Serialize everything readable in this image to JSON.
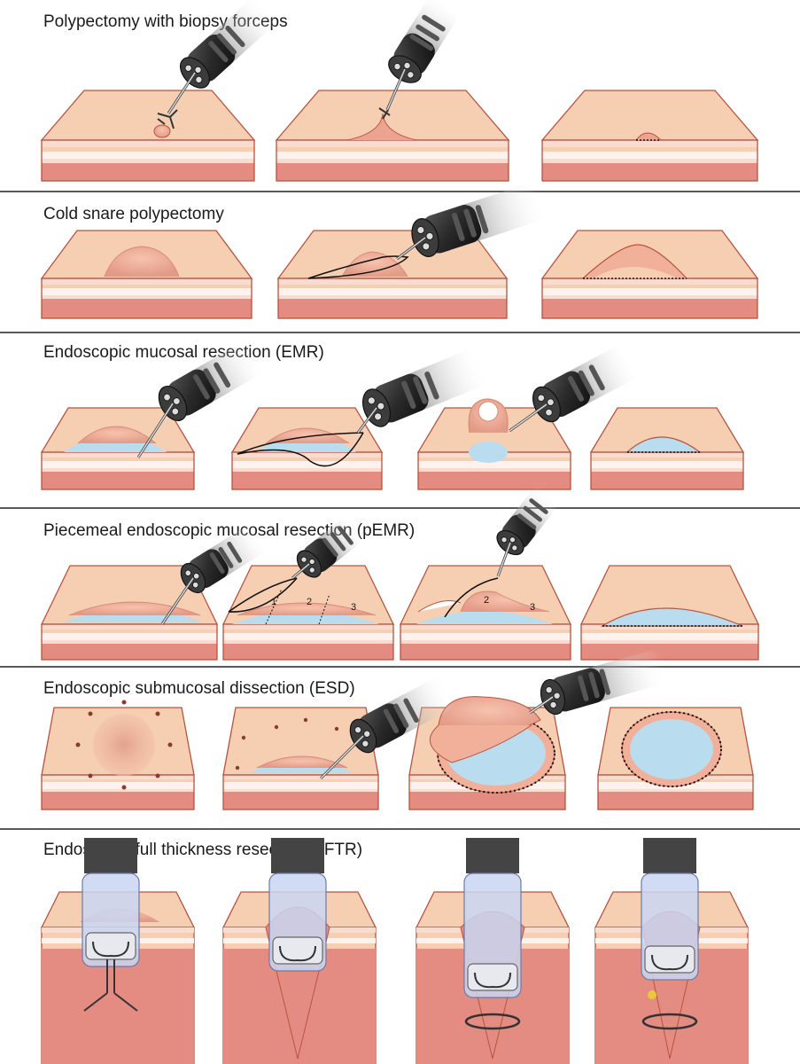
{
  "figure": {
    "sections": [
      {
        "title": "Polypectomy with biopsy forceps"
      },
      {
        "title": "Cold snare polypectomy"
      },
      {
        "title": "Endoscopic mucosal resection (EMR)"
      },
      {
        "title": "Piecemeal endoscopic mucosal resection (pEMR)"
      },
      {
        "title": "Endoscopic submucosal dissection (ESD)"
      },
      {
        "title": "Endoscopic full thickness resection (eFTR)"
      }
    ],
    "pemr_marks": [
      "1",
      "2",
      "3"
    ],
    "colors": {
      "surface": "#f6cfb3",
      "surface_edge": "#b8533f",
      "layer_light": "#f9dcd0",
      "layer_white": "#fdf2ee",
      "layer_dark": "#e58c82",
      "lesion": "#eda48e",
      "lift_fluid": "#b9dcef",
      "scope": "#2f2f2f",
      "cap": "#c9d6f2"
    }
  }
}
